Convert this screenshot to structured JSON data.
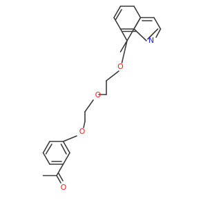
{
  "molecule": {
    "atom_labels": {
      "n1": "N",
      "o1": "O",
      "o2": "O",
      "o3": "O",
      "o4": "O"
    }
  },
  "colors": {
    "bond": "#3a3a3a",
    "nitrogen": "#1f1fff",
    "oxygen": "#ff1f1f"
  }
}
